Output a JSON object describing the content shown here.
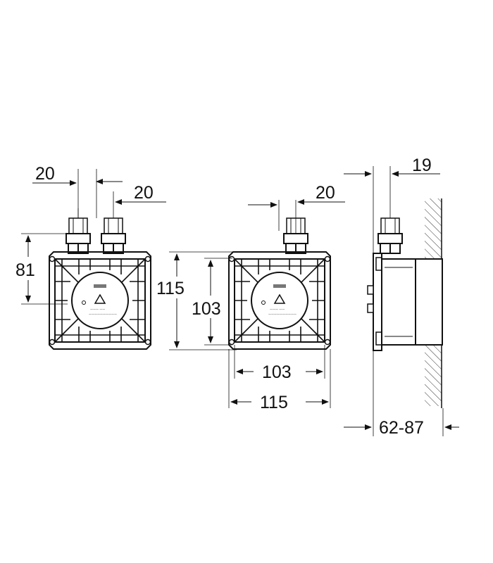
{
  "front_view_dual": {
    "dim_top_left": "20",
    "dim_top_right": "20",
    "dim_height": "81"
  },
  "front_view_single": {
    "dim_top": "20",
    "dim_outer_height": "115",
    "dim_inner_height": "103",
    "dim_inner_width": "103",
    "dim_outer_width": "115"
  },
  "side_view": {
    "dim_top": "19",
    "dim_depth": "62-87"
  },
  "colors": {
    "line": "#111111",
    "fill": "#ffffff",
    "hatch": "#333333"
  },
  "icons": [
    "recycle-icon",
    "grohe-logo-icon"
  ]
}
